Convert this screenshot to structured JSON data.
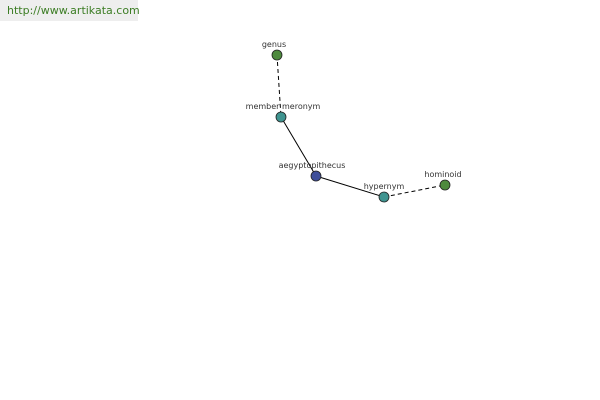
{
  "banner": {
    "url_text": "http://www.artikata.com"
  },
  "colors": {
    "banner_text": "#3c7d24",
    "banner_bg": "#eeeeee",
    "edge": "#000000",
    "node_border": "#222222",
    "node_category": "#4e8a3e",
    "node_relation": "#3f9490",
    "node_center": "#3e4e9a"
  },
  "graph": {
    "nodes": [
      {
        "id": "genus",
        "label": "genus",
        "kind": "category",
        "color": "#4e8a3e"
      },
      {
        "id": "member_meronym",
        "label": "member meronym",
        "kind": "relation",
        "color": "#3f9490"
      },
      {
        "id": "aegyptopithecus",
        "label": "aegyptopithecus",
        "kind": "center",
        "color": "#3e4e9a"
      },
      {
        "id": "hypernym",
        "label": "hypernym",
        "kind": "relation",
        "color": "#3f9490"
      },
      {
        "id": "hominoid",
        "label": "hominoid",
        "kind": "category",
        "color": "#4e8a3e"
      }
    ],
    "edges": [
      {
        "from": "genus",
        "to": "member_meronym",
        "style": "dashed"
      },
      {
        "from": "member_meronym",
        "to": "aegyptopithecus",
        "style": "solid"
      },
      {
        "from": "aegyptopithecus",
        "to": "hypernym",
        "style": "solid"
      },
      {
        "from": "hypernym",
        "to": "hominoid",
        "style": "dashed"
      }
    ]
  }
}
